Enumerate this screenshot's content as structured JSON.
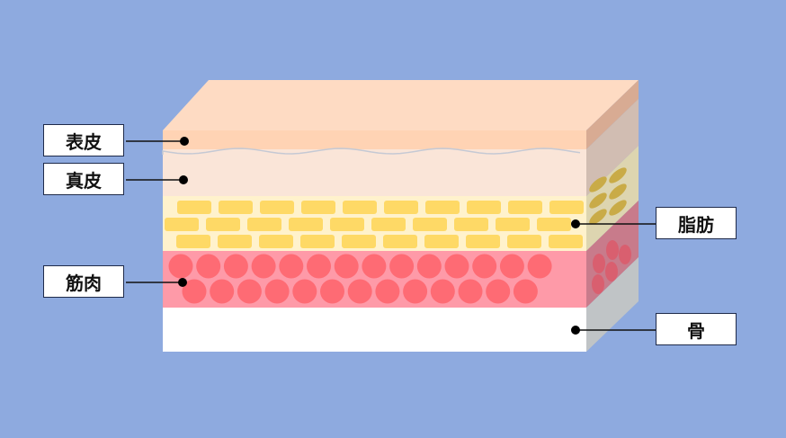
{
  "title": "皮膚の構造",
  "labels": {
    "epidermis": "表皮",
    "dermis": "真皮",
    "fat": "脂肪",
    "muscle": "筋肉",
    "bone": "骨"
  },
  "colors": {
    "background": "#8eaadf",
    "top": "#fedbc3",
    "epidermis": "#ffd3b4",
    "dermis": "#fae5d8",
    "fat": "#fff2cc",
    "fat_cell": "#fed966",
    "muscle": "#fe9aa8",
    "muscle_cell": "#fe6b74",
    "bone": "#ffffff"
  }
}
